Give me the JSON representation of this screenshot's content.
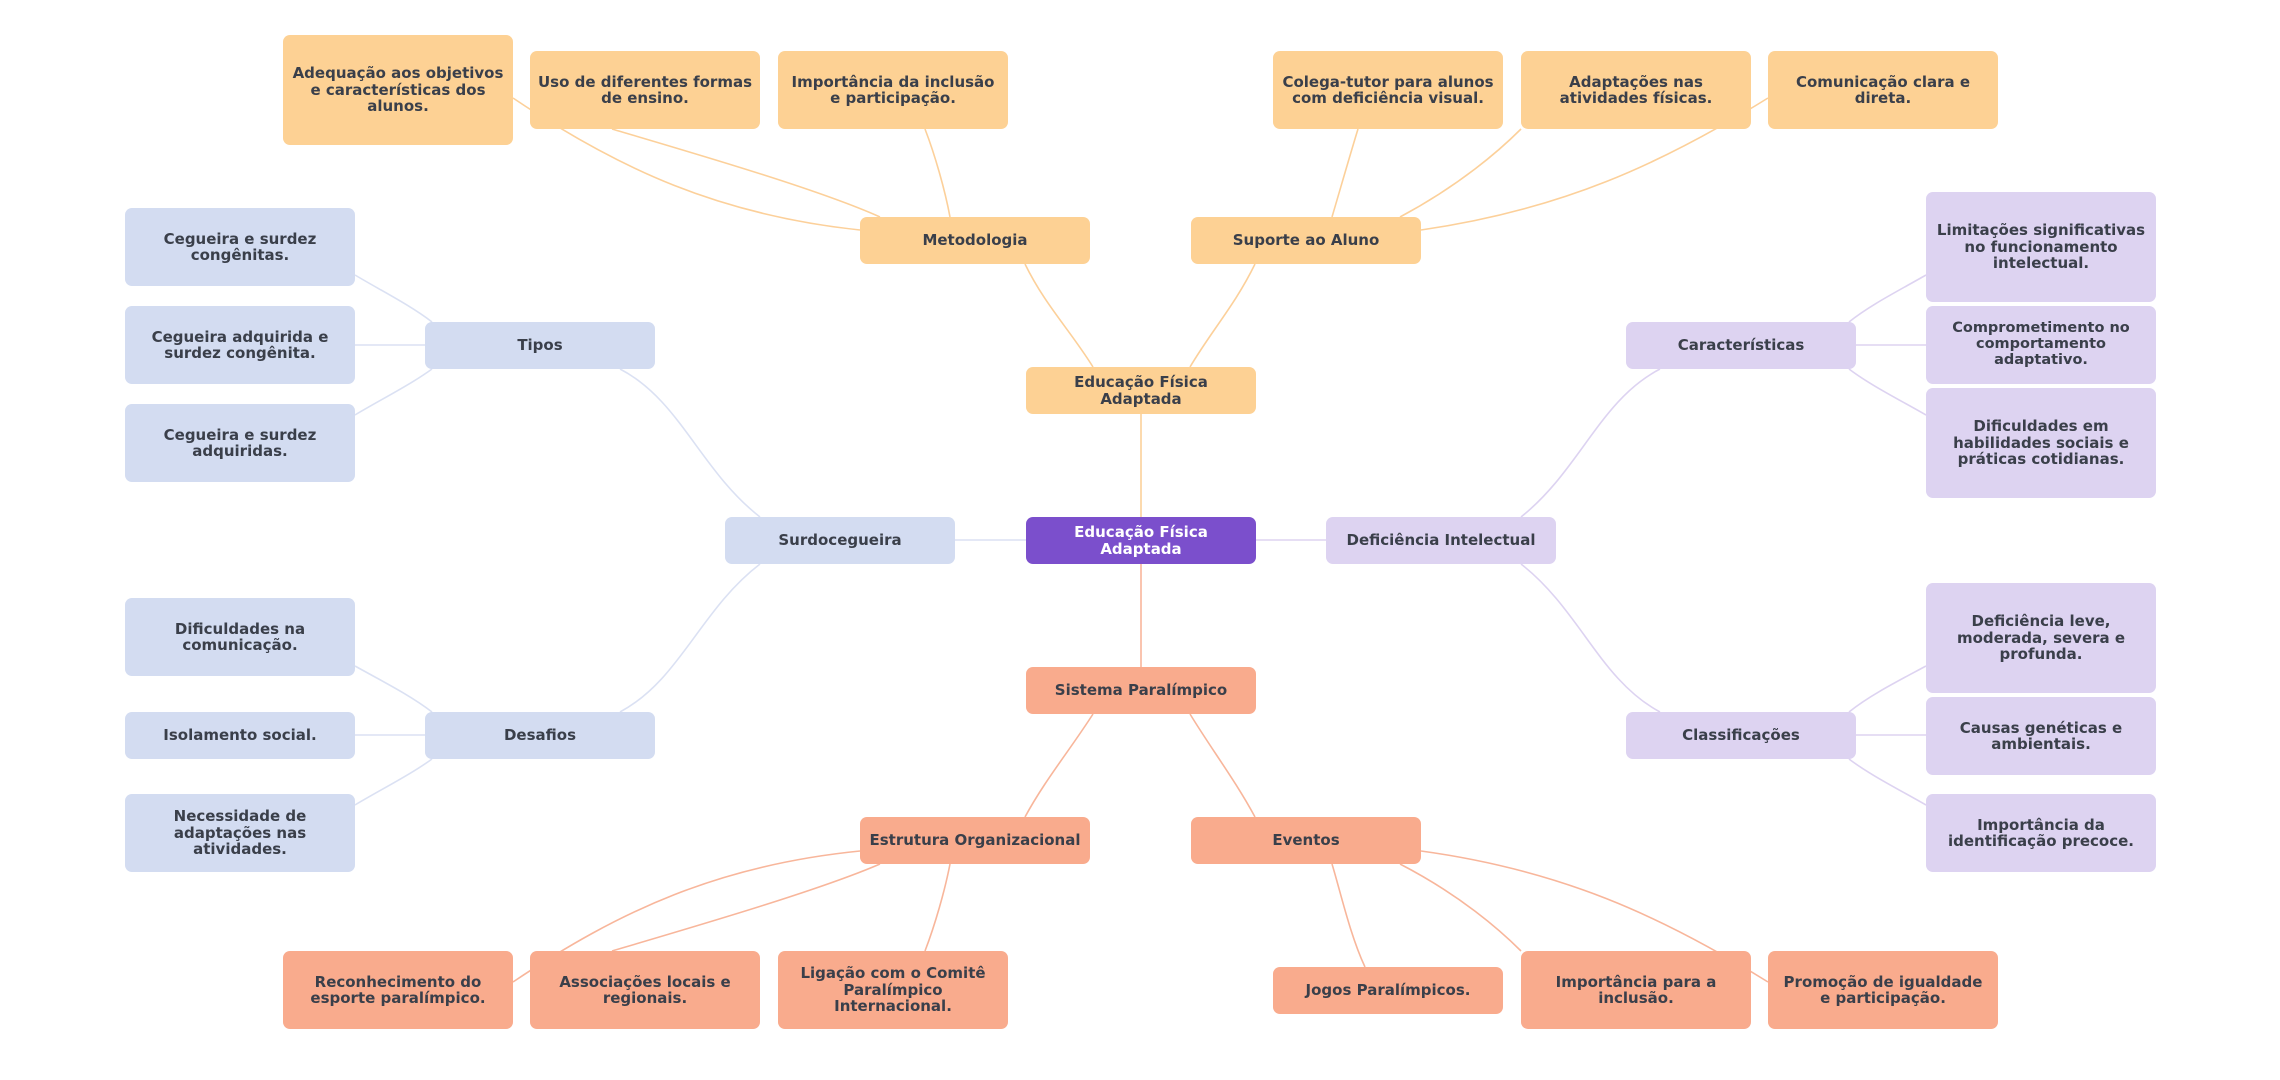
{
  "colors": {
    "center": "#7b4fcc",
    "yellow": "#fdd194",
    "blue": "#d3dcf1",
    "purple": "#ddd3f1",
    "salmon": "#f9ab8d",
    "edge_yellow": "#fcd09a",
    "edge_blue": "#dbe1f3",
    "edge_purple": "#ddd3f1",
    "edge_salmon": "#f8b69b"
  },
  "mindmap": {
    "center": "Educação Física Adaptada",
    "branches": {
      "top": {
        "label": "Educação Física Adaptada",
        "metodologia": {
          "label": "Metodologia",
          "items": [
            "Adequação aos objetivos e características dos alunos.",
            "Uso de diferentes formas de ensino.",
            "Importância da inclusão e participação."
          ]
        },
        "suporte": {
          "label": "Suporte ao Aluno",
          "items": [
            "Colega-tutor para alunos com deficiência visual.",
            "Adaptações nas atividades físicas.",
            "Comunicação clara e direta."
          ]
        }
      },
      "left": {
        "label": "Surdocegueira",
        "tipos": {
          "label": "Tipos",
          "items": [
            "Cegueira e surdez congênitas.",
            "Cegueira adquirida e surdez congênita.",
            "Cegueira e surdez adquiridas."
          ]
        },
        "desafios": {
          "label": "Desafios",
          "items": [
            "Dificuldades na comunicação.",
            "Isolamento social.",
            "Necessidade de adaptações nas atividades."
          ]
        }
      },
      "right": {
        "label": "Deficiência Intelectual",
        "caracteristicas": {
          "label": "Características",
          "items": [
            "Limitações significativas no funcionamento intelectual.",
            "Comprometimento no comportamento adaptativo.",
            "Dificuldades em habilidades sociais e práticas cotidianas."
          ]
        },
        "classificacoes": {
          "label": "Classificações",
          "items": [
            "Deficiência leve, moderada, severa e profunda.",
            "Causas genéticas e ambientais.",
            "Importância da identificação precoce."
          ]
        }
      },
      "bottom": {
        "label": "Sistema Paralímpico",
        "estrutura": {
          "label": "Estrutura Organizacional",
          "items": [
            "Reconhecimento do esporte paralímpico.",
            "Associações locais e regionais.",
            "Ligação com o Comitê Paralímpico Internacional."
          ]
        },
        "eventos": {
          "label": "Eventos",
          "items": [
            "Jogos Paralímpicos.",
            "Importância para a inclusão.",
            "Promoção de igualdade e participação."
          ]
        }
      }
    }
  }
}
